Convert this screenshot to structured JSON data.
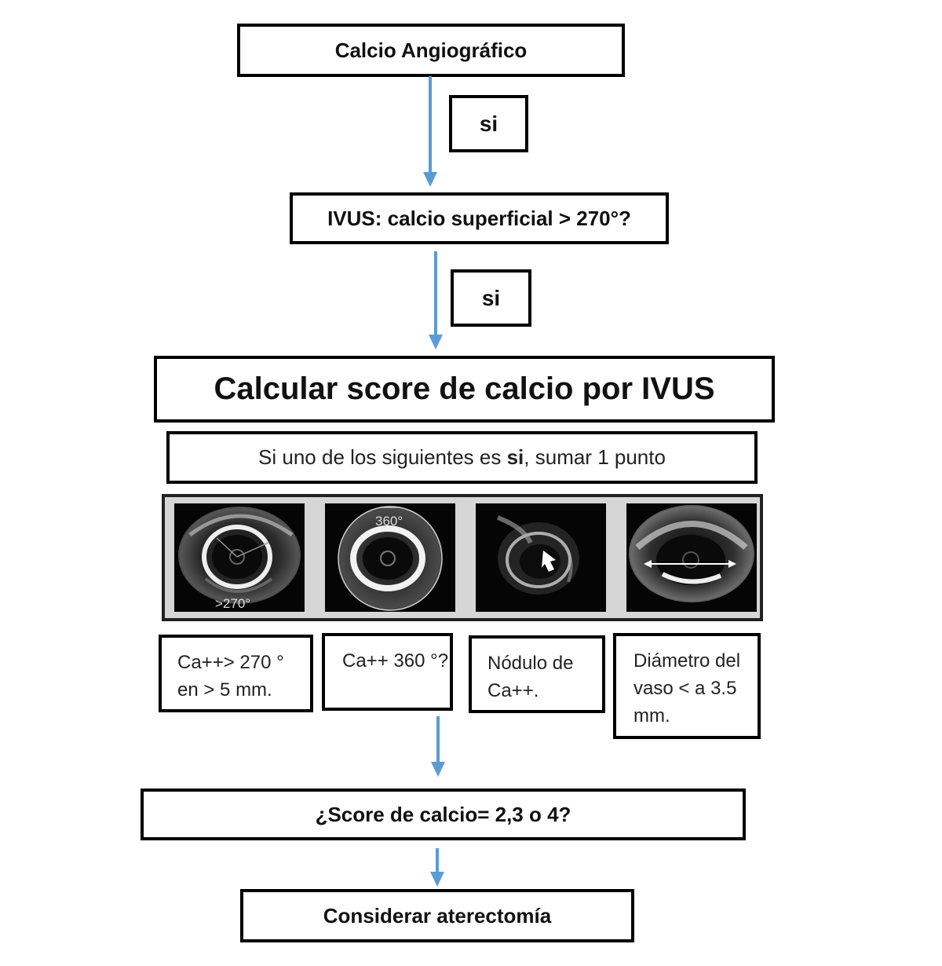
{
  "boxes": {
    "angiographic": "Calcio Angiográfico",
    "yes1": "si",
    "ivus_question": "IVUS: calcio superficial > 270°?",
    "yes2": "si",
    "calc_score": "Calcular score de calcio por IVUS",
    "instruction": {
      "before": "Si uno de los siguientes es ",
      "bold": "si",
      "after": ", sumar 1 punto"
    },
    "score_question": "¿Score de calcio= 2,3 o 4?",
    "atherectomy": "Considerar aterectomía"
  },
  "images": {
    "labels": [
      ">270°",
      "360°"
    ]
  },
  "criteria": [
    "Ca++> 270 ° en > 5 mm.",
    "Ca++ 360 °?",
    "Nódulo de Ca++.",
    "Diámetro del vaso < a 3.5 mm."
  ],
  "colors": {
    "arrow": "#5b9bd5",
    "border": "#000000"
  }
}
